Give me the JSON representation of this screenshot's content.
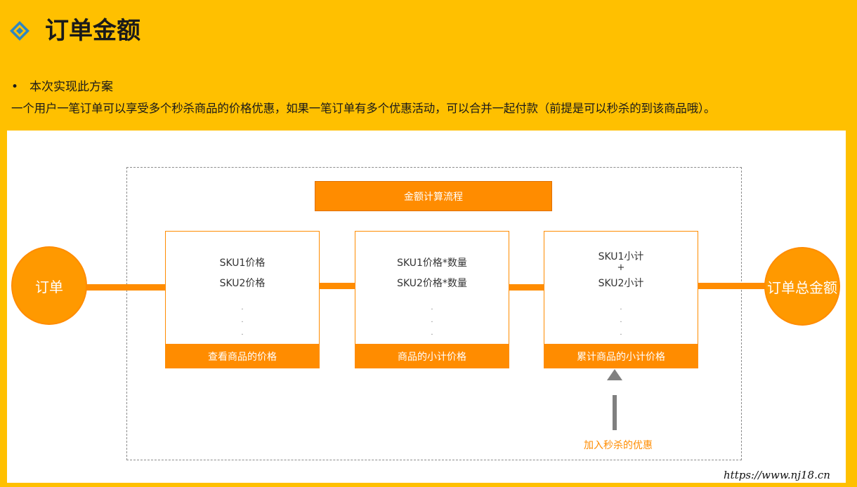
{
  "header": {
    "title": "订单金额"
  },
  "body_text": {
    "bullet": "本次实现此方案",
    "description": "一个用户一笔订单可以享受多个秒杀商品的价格优惠，如果一笔订单有多个优惠活动，可以合并一起付款（前提是可以秒杀的到该商品哦）。"
  },
  "diagram": {
    "flow_title": "金额计算流程",
    "start_node": "订单",
    "end_node": "订单总金额",
    "boxes": [
      {
        "line1": "SKU1价格",
        "line2": "SKU2价格",
        "footer": "查看商品的价格"
      },
      {
        "line1": "SKU1价格*数量",
        "line2": "SKU2价格*数量",
        "footer": "商品的小计价格"
      },
      {
        "line1": "SKU1小计",
        "plus": "+",
        "line2": "SKU2小计",
        "footer": "累计商品的小计价格"
      }
    ],
    "promo_label": "加入秒杀的优惠"
  },
  "watermark": "https://www.nj18.cn",
  "colors": {
    "background": "#FFC000",
    "accent": "#FF8C00",
    "arrow": "#808080",
    "diamond": "#2E86C1"
  }
}
